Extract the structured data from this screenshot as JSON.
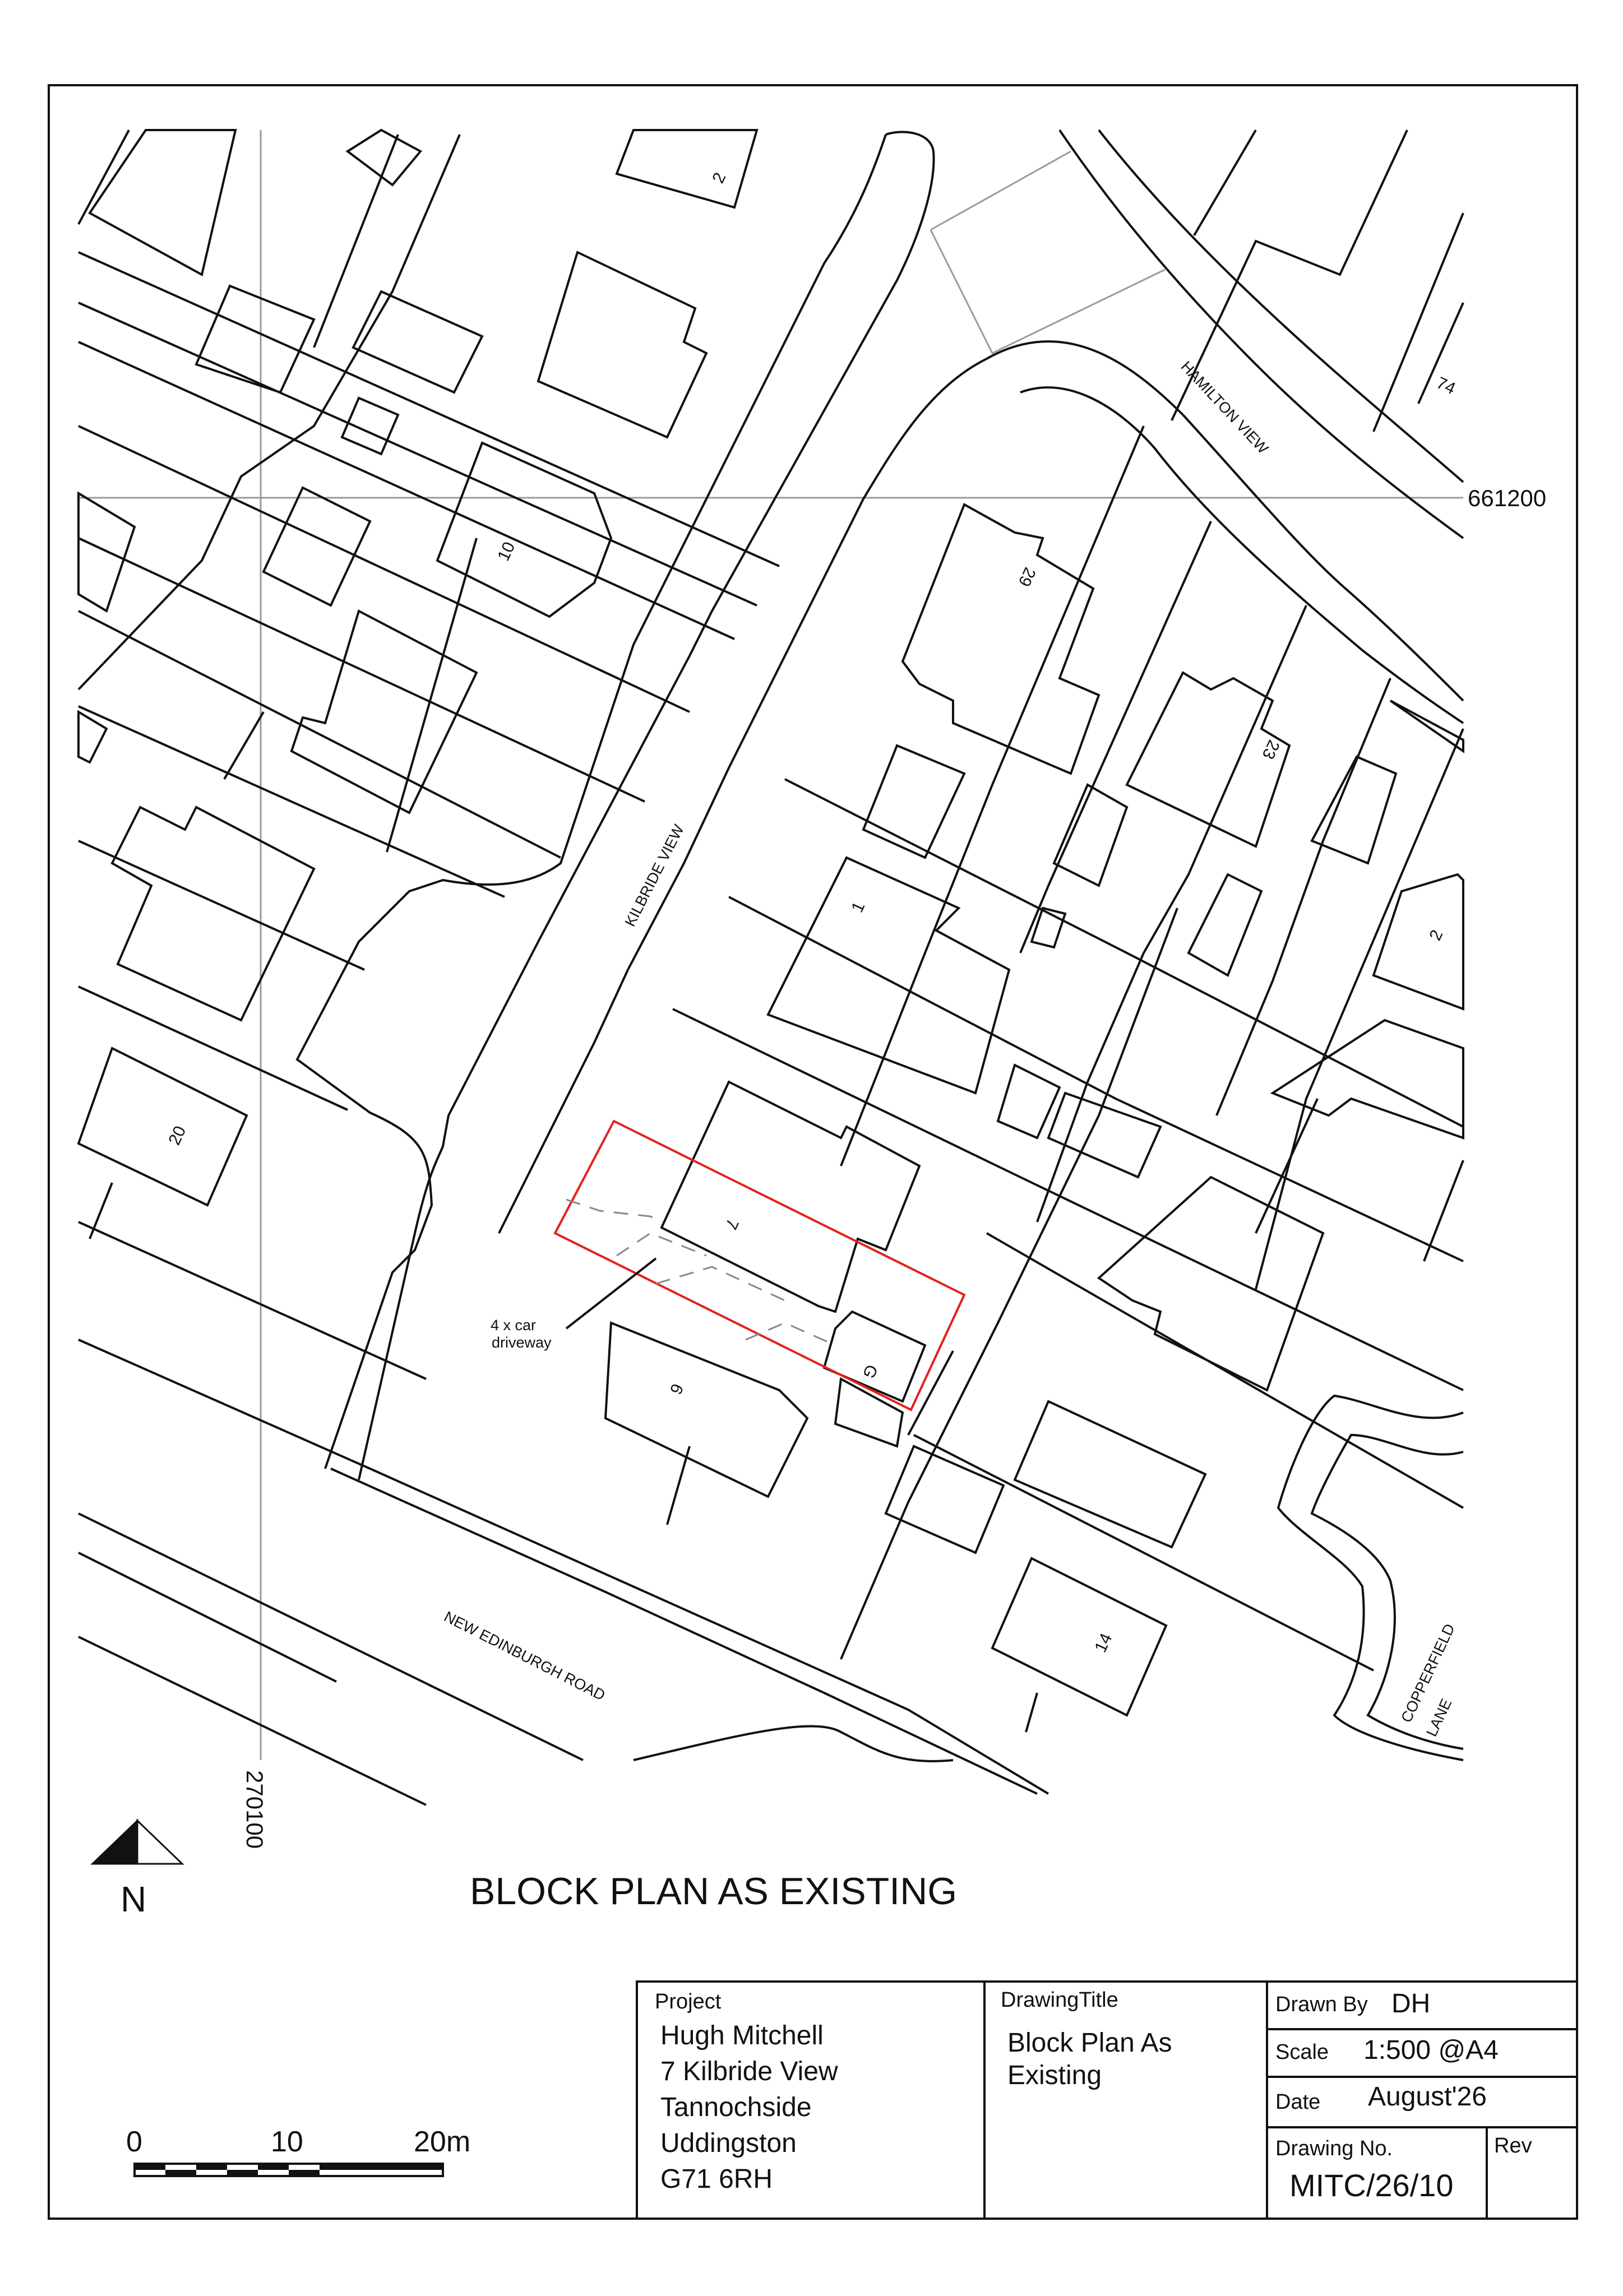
{
  "title": "BLOCK PLAN AS EXISTING",
  "north_label": "N",
  "grid": {
    "easting": "270100",
    "northing": "661200"
  },
  "roads": {
    "kilbride": "KILBRIDE VIEW",
    "hamilton": "HAMILTON VIEW",
    "new_edinburgh": "NEW EDINBURGH ROAD",
    "copperfield_1": "COPPERFIELD",
    "copperfield_2": "LANE"
  },
  "houses": {
    "h2a": "2",
    "h10": "10",
    "h29": "29",
    "h74": "74",
    "h23": "23",
    "h1": "1",
    "h2b": "2",
    "h20": "20",
    "h7": "7",
    "h9": "9",
    "hG": "G",
    "h14": "14"
  },
  "driveway_note": {
    "line1": "4 x car",
    "line2": "driveway"
  },
  "scale_bar": {
    "t0": "0",
    "t10": "10",
    "t20": "20m"
  },
  "title_block": {
    "project_label": "Project",
    "project_lines": [
      "Hugh Mitchell",
      "7 Kilbride View",
      "Tannochside",
      "Uddingston",
      "G71 6RH"
    ],
    "drawing_title_label": "DrawingTitle",
    "drawing_title_lines": [
      "Block Plan As",
      "Existing"
    ],
    "drawn_by_label": "Drawn By",
    "drawn_by": "DH",
    "scale_label": "Scale",
    "scale": "1:500 @A4",
    "date_label": "Date",
    "date": "August'26",
    "drawing_no_label": "Drawing No.",
    "drawing_no": "MITC/26/10",
    "rev_label": "Rev",
    "rev": ""
  }
}
